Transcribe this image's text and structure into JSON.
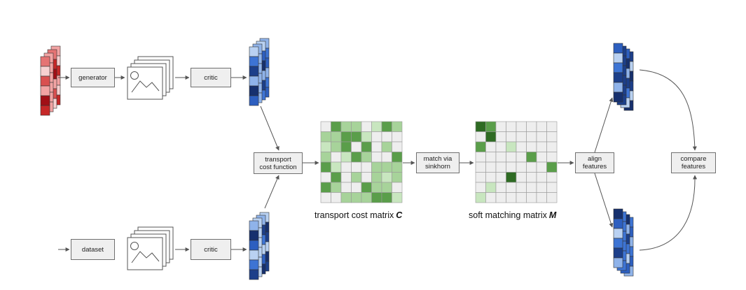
{
  "nodes": {
    "generator": "generator",
    "critic_top": "critic",
    "dataset": "dataset",
    "critic_bottom": "critic",
    "transport_cost_function": "transport\ncost function",
    "match_via_sinkhorn": "match via\nsinkhorn",
    "align_features": "align\nfeatures",
    "compare_features": "compare\nfeatures"
  },
  "captions": {
    "cost_matrix_text": "transport cost matrix",
    "cost_matrix_symbol": "C",
    "matching_matrix_text": "soft matching matrix",
    "matching_matrix_symbol": "M"
  },
  "colors": {
    "red_cells": [
      "#f7d0d0",
      "#e57373",
      "#c62828",
      "#a10f16",
      "#f2a3a3",
      "#d95050"
    ],
    "blue_cells": [
      "#1c3f8a",
      "#3d74d4",
      "#b9d1f2",
      "#2d5fc0",
      "#16306e",
      "#8fb3ea"
    ],
    "green_cells": [
      "#eeeeee",
      "#5a9e4a",
      "#a7d39a",
      "#c8e6bf",
      "#2e6b23"
    ],
    "box_fill": "#efefef",
    "arrow": "#555555"
  },
  "icons": [
    "noise-vector-stack-icon",
    "image-stack-icon",
    "feature-vector-stack-icon",
    "matrix-grid-icon"
  ]
}
